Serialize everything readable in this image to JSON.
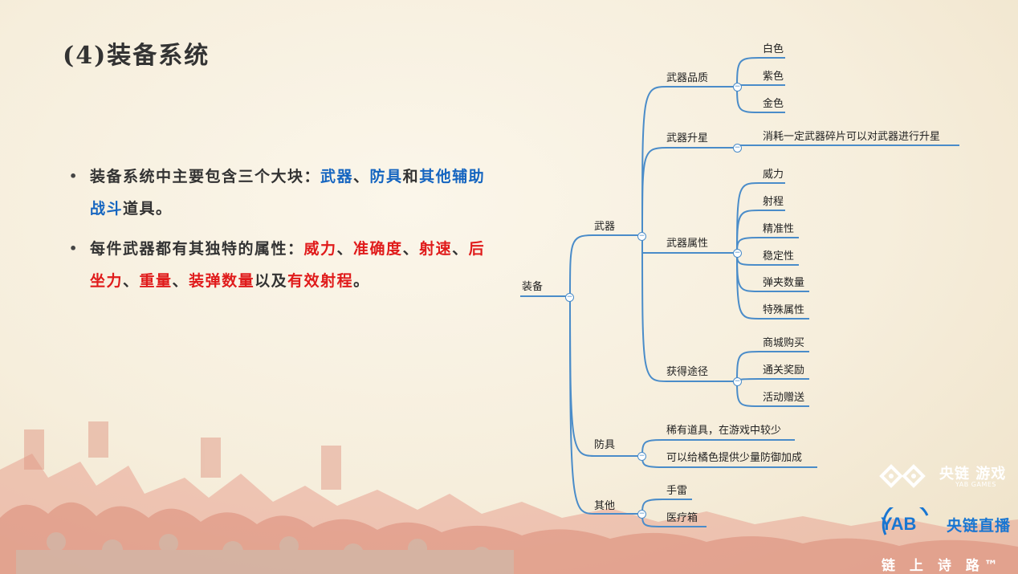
{
  "slide": {
    "title": "(4)装备系统",
    "bullet1": {
      "t1": "装备系统中主要包含三个大块：",
      "h1": "武器",
      "t2": "、",
      "h2": "防具",
      "t3": "和",
      "h3": "其他辅助战斗",
      "t4": "道具。"
    },
    "bullet2": {
      "t1": "每件武器都有其独特的属性：",
      "r1": "威力",
      "s1": "、",
      "r2": "准确度",
      "s2": "、",
      "r3": "射速",
      "s3": "、",
      "r4": "后坐力",
      "s4": "、",
      "r5": "重量",
      "s5": "、",
      "r6": "装弹数量",
      "t2": "以及",
      "r7": "有效射程",
      "t3": "。"
    },
    "bullet_symbol": "•"
  },
  "mindmap": {
    "root": "装备",
    "weapon": "武器",
    "weapon_quality": "武器品质",
    "quality_white": "白色",
    "quality_purple": "紫色",
    "quality_gold": "金色",
    "weapon_star": "武器升星",
    "star_desc": "消耗一定武器碎片可以对武器进行升星",
    "weapon_attr": "武器属性",
    "attr_power": "威力",
    "attr_range": "射程",
    "attr_accuracy": "精准性",
    "attr_stability": "稳定性",
    "attr_ammo": "弹夹数量",
    "attr_special": "特殊属性",
    "weapon_obtain": "获得途径",
    "obtain_shop": "商城购买",
    "obtain_level": "通关奖励",
    "obtain_event": "活动赠送",
    "armor": "防具",
    "armor_rare": "稀有道具，在游戏中较少",
    "armor_defense": "可以给橘色提供少量防御加成",
    "other": "其他",
    "other_grenade": "手雷",
    "other_medkit": "医疗箱",
    "collapse_symbol": "−"
  },
  "branding": {
    "games_logo_cn": "央链 游戏",
    "games_logo_en": "YAB GAMES",
    "yab": "YAB",
    "live": "央链直播",
    "poem": "链 上 诗 路™"
  },
  "colors": {
    "line": "#4a8cc9",
    "blue_highlight": "#1565c0",
    "red_highlight": "#e01b1b",
    "live_blue": "#1976d2"
  }
}
